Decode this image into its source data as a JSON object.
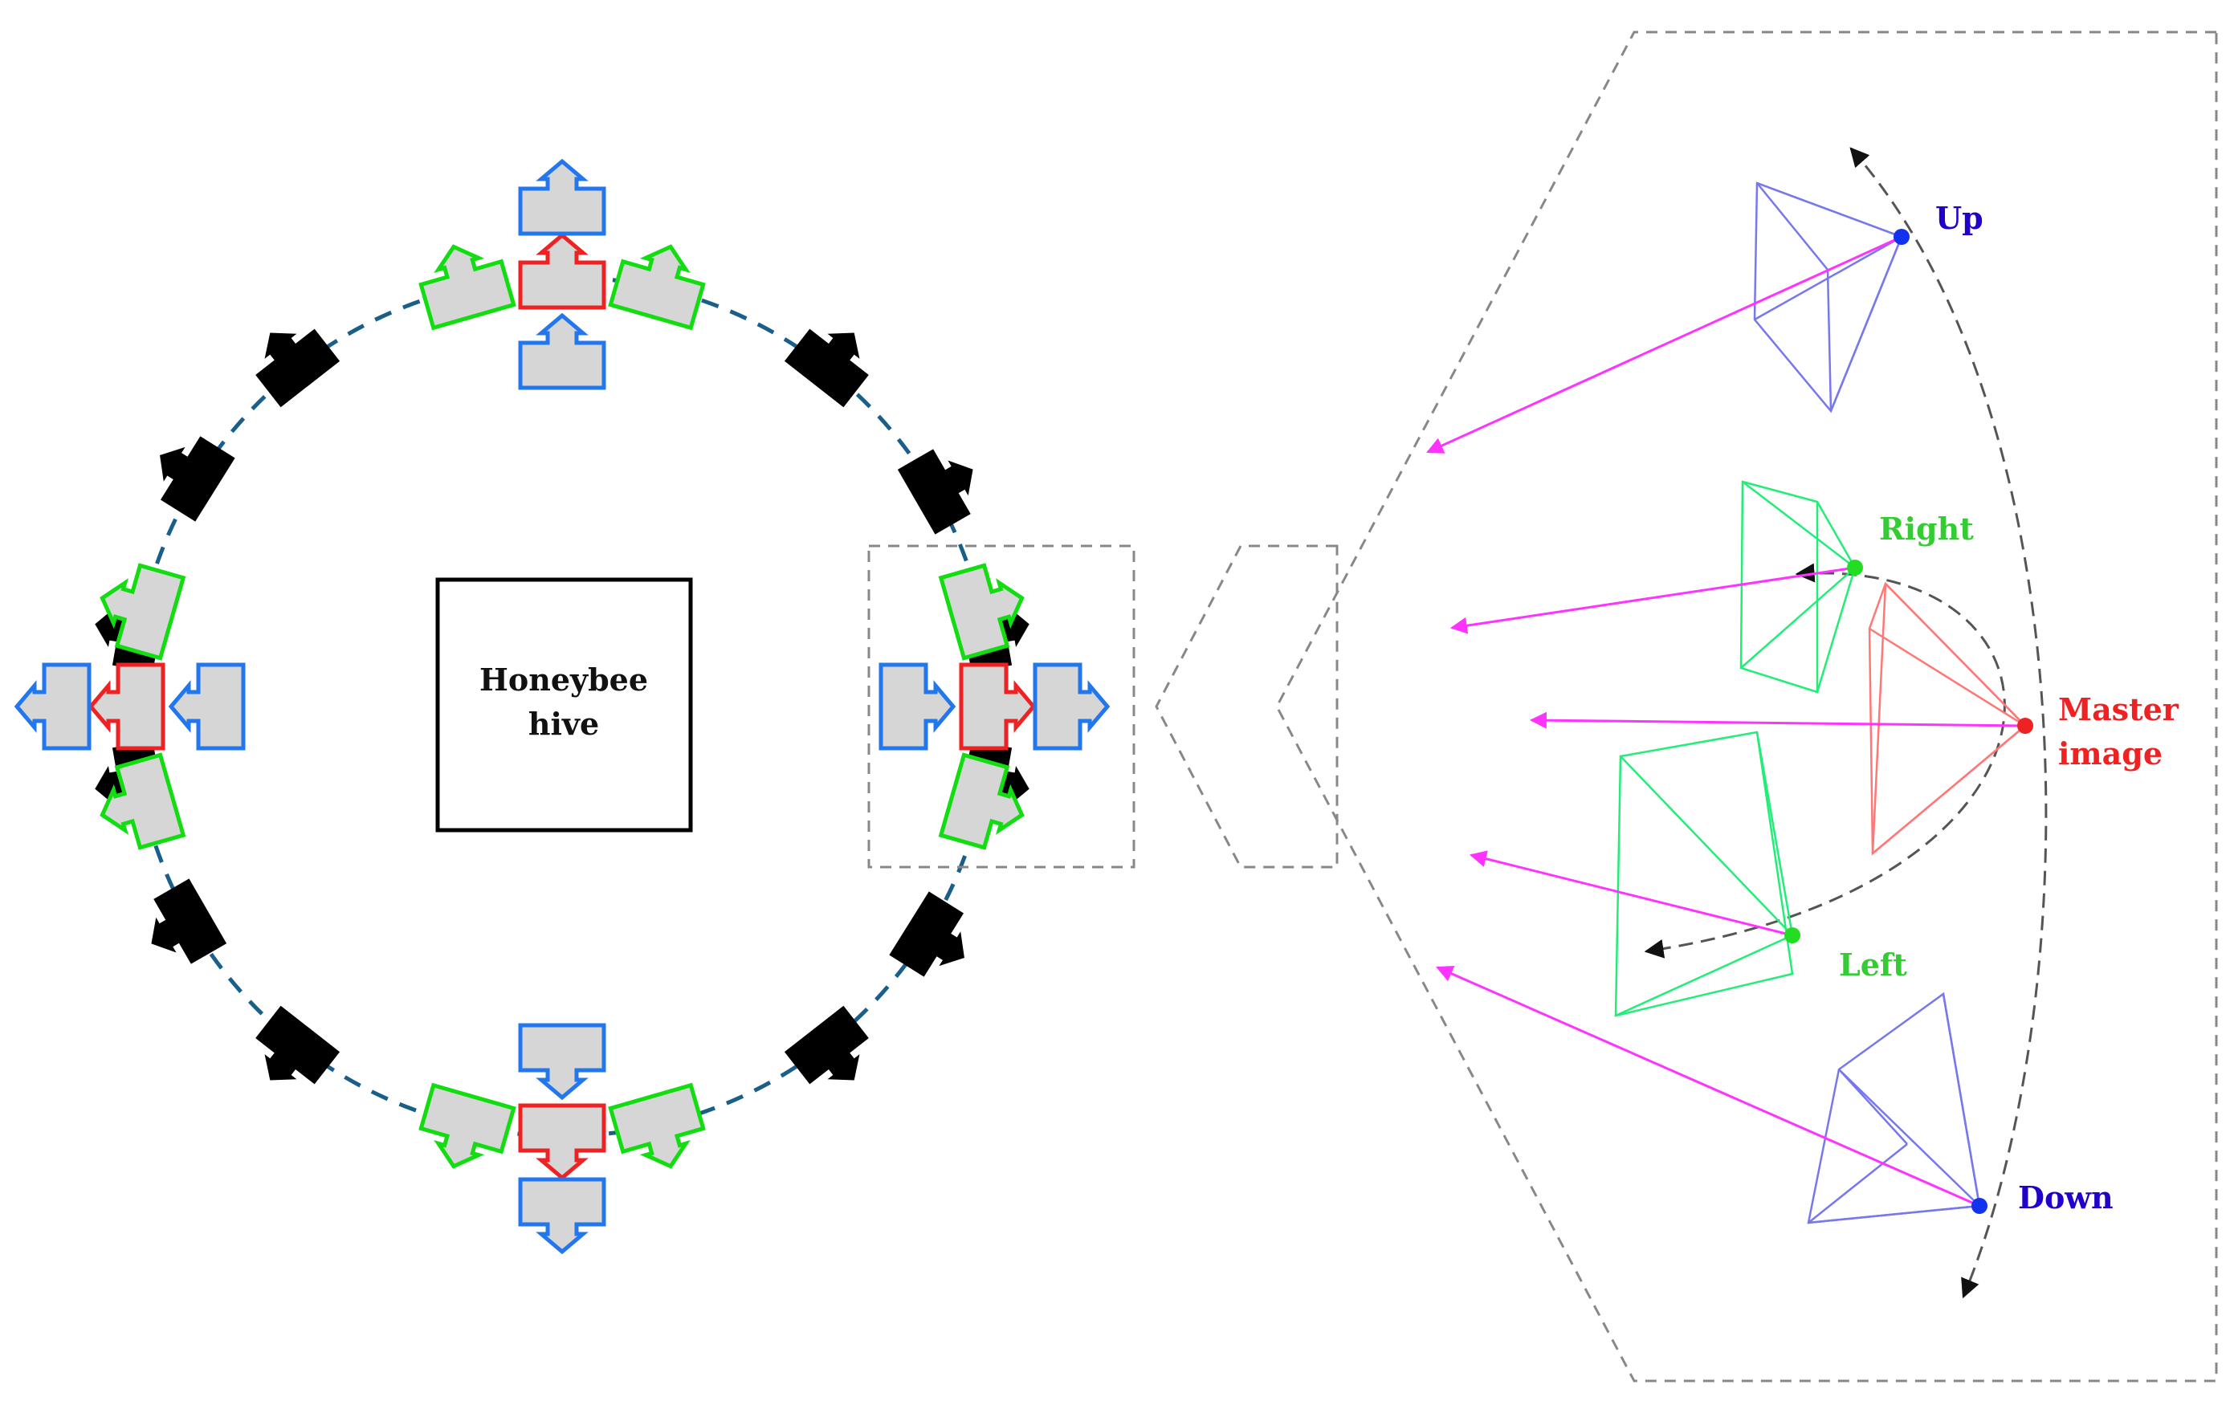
{
  "hive": {
    "line1": "Honeybee",
    "line2": "hive"
  },
  "views": {
    "up": "Up",
    "right": "Right",
    "master_line1": "Master",
    "master_line2": "image",
    "left": "Left",
    "down": "Down"
  },
  "colors": {
    "master": "#ee2222",
    "left_right": "#11dd11",
    "up_down": "#2277ee",
    "other": "#000000",
    "camera_fill": "#d6d6d6",
    "ray": "#ff33ff",
    "orbit": "#1a5f8a",
    "label_up_down": "#2200cc",
    "label_left_right": "#33cc33",
    "label_master": "#ee2222",
    "frustum_up_down": "#7777ee",
    "frustum_left_right": "#22ee77",
    "frustum_master": "#ff7777"
  }
}
